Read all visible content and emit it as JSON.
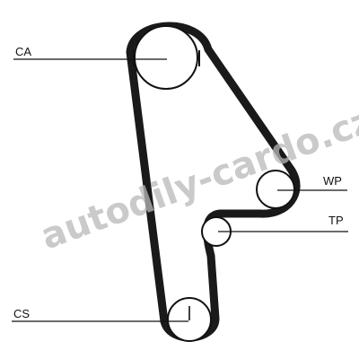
{
  "labels": {
    "ca": "CA",
    "wp": "WP",
    "tp": "TP",
    "cs": "CS"
  },
  "watermark": "autodily-cardo.cz",
  "colors": {
    "belt": "#1a1a1a",
    "line": "#111111",
    "watermark": "#b9b9b9",
    "background": "#ffffff"
  }
}
